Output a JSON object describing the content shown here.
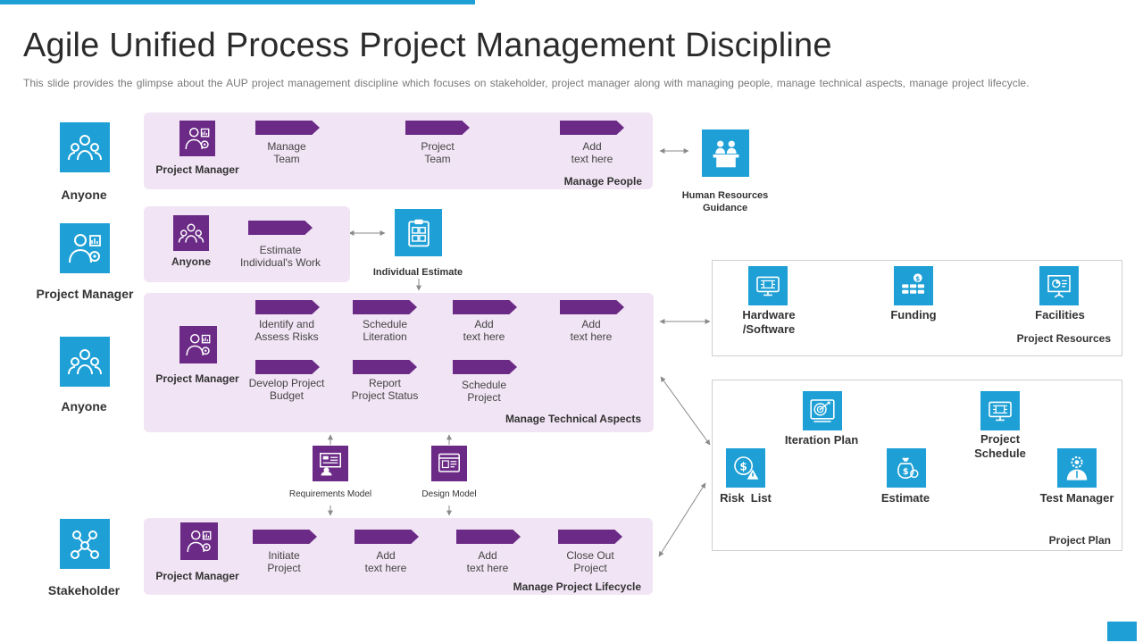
{
  "header": {
    "title": "Agile Unified Process Project Management Discipline",
    "subtitle": "This slide provides the glimpse about the AUP project management discipline which focuses on stakeholder, project manager along with managing people, manage technical aspects, manage project lifecycle."
  },
  "roles": {
    "anyone_1": "Anyone",
    "project_manager": "Project Manager",
    "anyone_2": "Anyone",
    "stakeholder": "Stakeholder"
  },
  "manage_people": {
    "owner": "Project Manager",
    "steps": [
      "Manage\nTeam",
      "Project\nTeam",
      "Add\ntext here"
    ],
    "title": "Manage People"
  },
  "estimate": {
    "owner": "Anyone",
    "step": "Estimate\nIndividual's Work"
  },
  "individual_estimate": "Individual Estimate",
  "human_resources": "Human Resources\nGuidance",
  "technical": {
    "owner": "Project Manager",
    "row1": [
      "Identify and\nAssess Risks",
      "Schedule\nLiteration",
      "Add\ntext here",
      "Add\ntext here"
    ],
    "row2": [
      "Develop Project\nBudget",
      "Report\nProject Status",
      "Schedule\nProject"
    ],
    "title": "Manage Technical Aspects"
  },
  "models": {
    "requirements": "Requirements Model",
    "design": "Design Model"
  },
  "lifecycle": {
    "owner": "Project Manager",
    "steps": [
      "Initiate\nProject",
      "Add\ntext here",
      "Add\ntext here",
      "Close Out\nProject"
    ],
    "title": "Manage Project Lifecycle"
  },
  "project_resources": {
    "items": [
      "Hardware\n/Software",
      "Funding",
      "Facilities"
    ],
    "title": "Project Resources"
  },
  "project_plan": {
    "items": {
      "iteration_plan": "Iteration Plan",
      "project_schedule": "Project\nSchedule",
      "risk_list": "Risk  List",
      "estimate": "Estimate",
      "test_manager": "Test Manager"
    },
    "title": "Project Plan"
  },
  "colors": {
    "accent_blue": "#1ea0d6",
    "purple": "#6b2a86",
    "panel": "#f1e4f4"
  },
  "icons": [
    "team-icon",
    "manager-icon",
    "stakeholder-icon",
    "meeting-icon",
    "clipboard-icon",
    "chip-icon",
    "money-icon",
    "presentation-icon",
    "target-icon",
    "dollar-warning-icon",
    "money-bag-icon",
    "gear-person-icon",
    "diagram-icon",
    "browser-icon"
  ]
}
